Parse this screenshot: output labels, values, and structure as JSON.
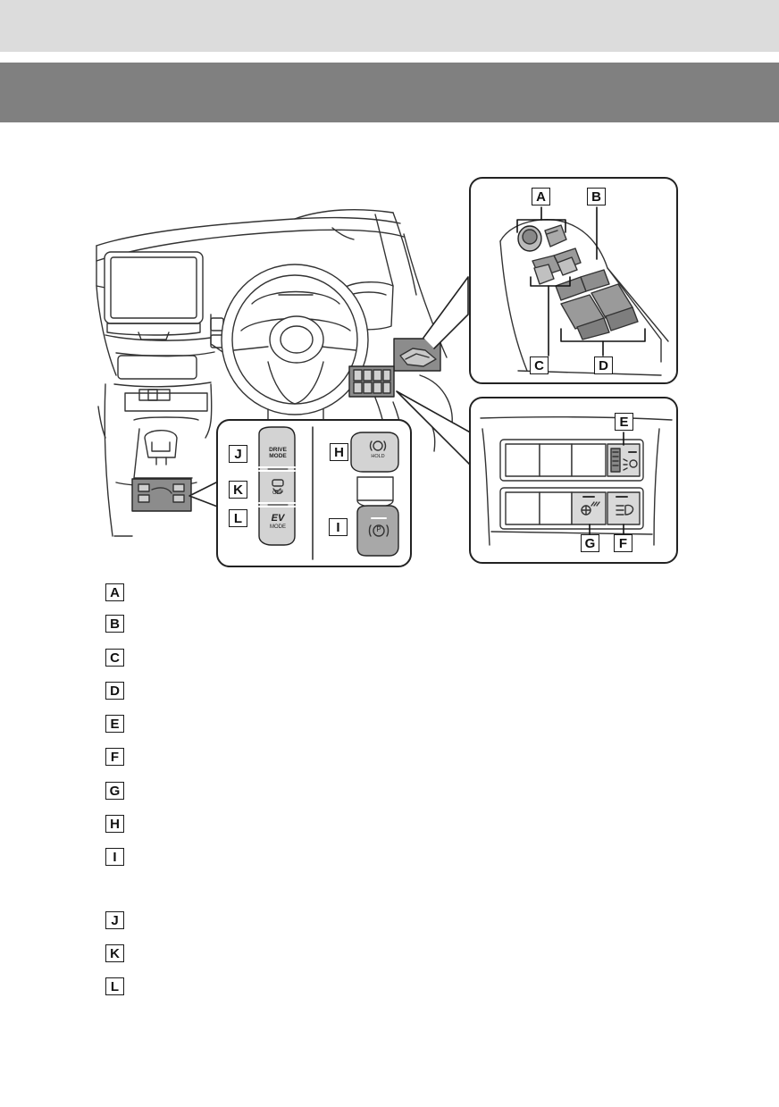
{
  "callouts": {
    "a": "A",
    "b": "B",
    "c": "C",
    "d": "D",
    "e": "E",
    "f": "F",
    "g": "G",
    "h": "H",
    "i": "I",
    "j": "J",
    "k": "K",
    "l": "L"
  },
  "switch_labels": {
    "drive_mode_1": "DRIVE",
    "drive_mode_2": "MODE",
    "vsc_off": "OFF",
    "ev": "EV",
    "ev_mode": "MODE",
    "hold": "HOLD",
    "parking": "P"
  },
  "legend": [
    "A",
    "B",
    "C",
    "D",
    "E",
    "F",
    "G",
    "H",
    "I",
    "J",
    "K",
    "L"
  ],
  "colors": {
    "header_band": "#dcdcdc",
    "title_band": "#808080",
    "line_art": "#333333"
  }
}
